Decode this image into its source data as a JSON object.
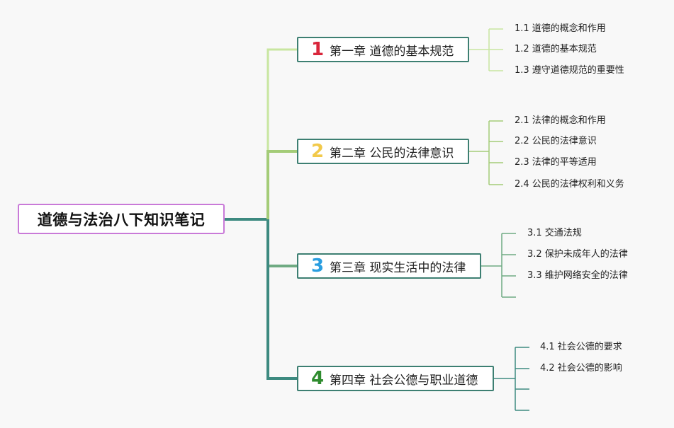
{
  "root": {
    "title": "道德与法治八下知识笔记"
  },
  "chapters": [
    {
      "number": "1",
      "number_color": "#d9263b",
      "label": "第一章 道德的基本规范",
      "sections": [
        "1.1 道德的概念和作用",
        "1.2 道德的基本规范",
        "1.3 遵守道德规范的重要性"
      ]
    },
    {
      "number": "2",
      "number_color": "#f2c94a",
      "label": "第二章 公民的法律意识",
      "sections": [
        "2.1 法律的概念和作用",
        "2.2 公民的法律意识",
        "2.3 法律的平等适用",
        "2.4 公民的法律权利和义务"
      ]
    },
    {
      "number": "3",
      "number_color": "#2a9ee0",
      "label": "第三章 现实生活中的法律",
      "sections": [
        "3.1 交通法规",
        "3.2 保护未成年人的法律",
        "3.3 维护网络安全的法律",
        ""
      ]
    },
    {
      "number": "4",
      "number_color": "#2e8b2e",
      "label": "第四章 社会公德与职业道德",
      "sections": [
        "4.1 社会公德的要求",
        "4.2 社会公德的影响",
        "",
        ""
      ]
    }
  ],
  "colors": {
    "trunk": "#3d8a80",
    "branch_1": "#c8e6a0",
    "branch_2": "#a4cc78",
    "branch_3": "#6faa82",
    "branch_4": "#3d8a80",
    "root_border": "#c97ad8",
    "chapter_border": "#3d7f72"
  }
}
